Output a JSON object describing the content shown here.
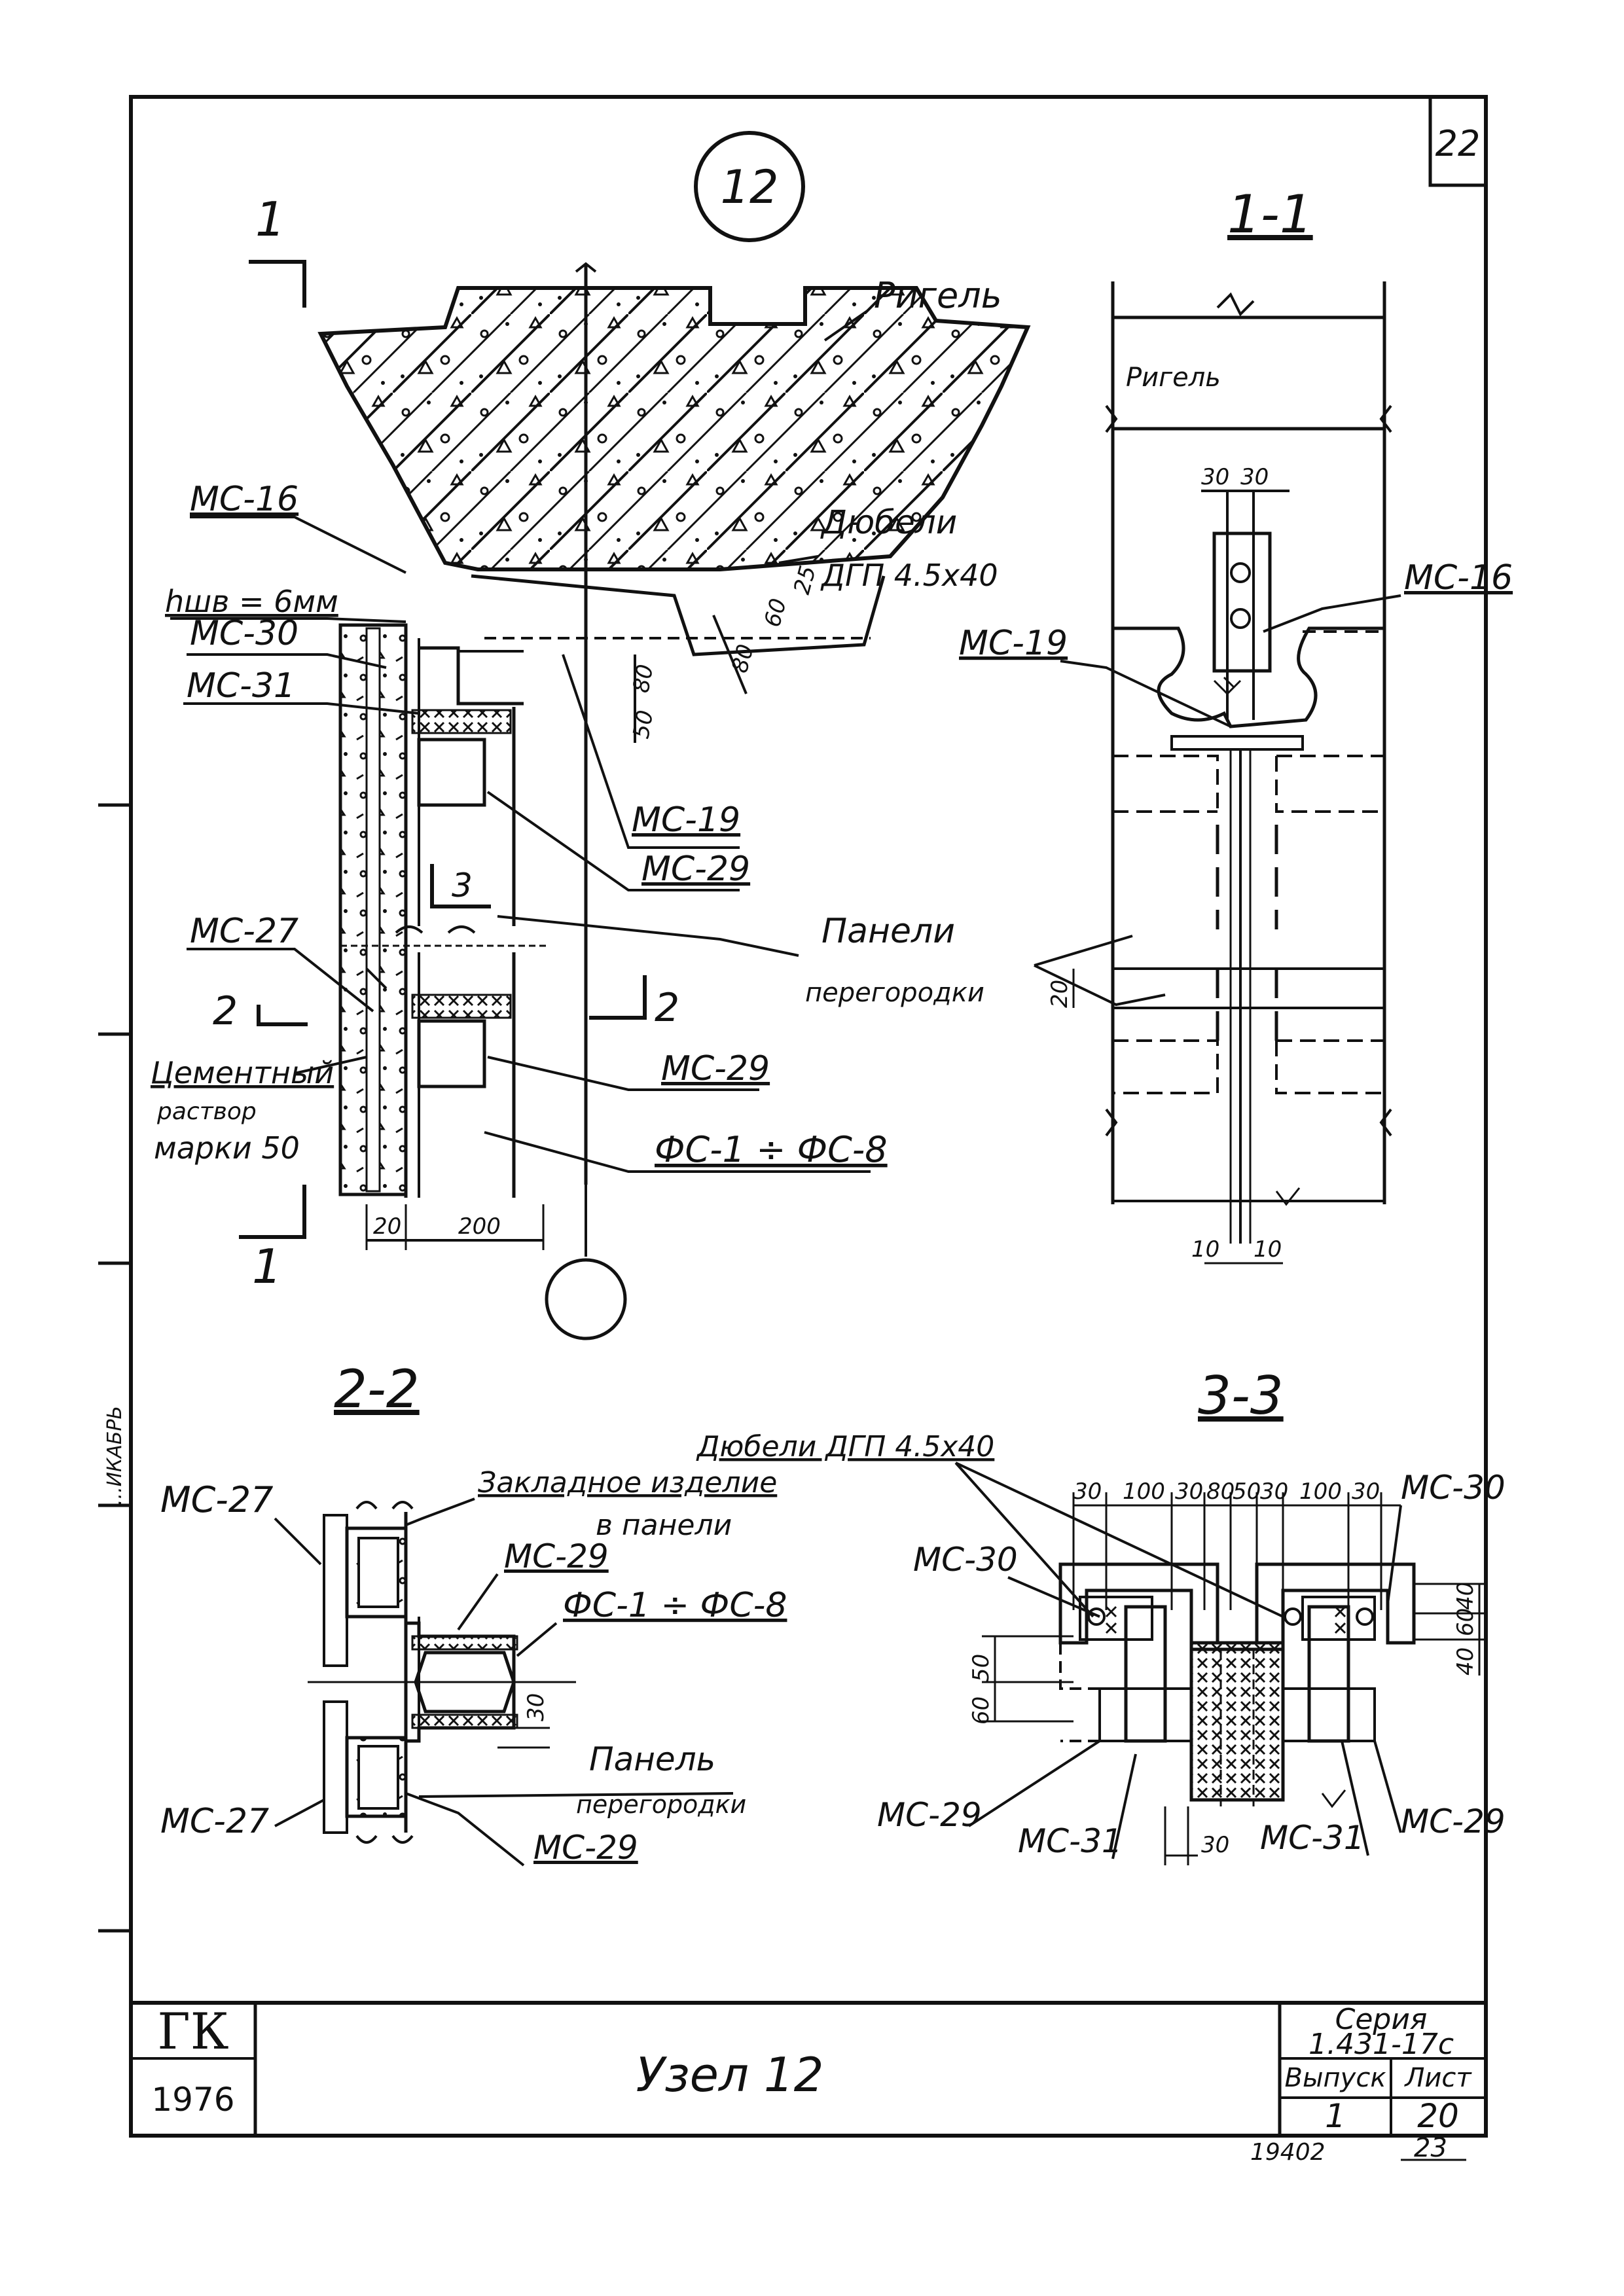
{
  "sheet": {
    "page_number": "22",
    "node_mark": "12",
    "stamp_sheet_id": "19402",
    "stamp_number": "23"
  },
  "node": {
    "rigel_label": "Ригель",
    "ms16": "МС-16",
    "weld_label": "hшв = 6мм",
    "ms30": "МС-30",
    "ms31": "МС-31",
    "dowels_line1": "Дюбели",
    "dowels_line2": "ДГП 4.5х40",
    "ms19": "МС-19",
    "ms29_top": "МС-29",
    "section3_mark": "3",
    "ms27": "МС-27",
    "panels_line1": "Панели",
    "panels_line2": "перегородки",
    "ms29_bottom": "МС-29",
    "mortar_line1": "Цементный",
    "mortar_line2": "раствор",
    "mortar_line3": "марки 50",
    "fs_range": "ФС-1 ÷ ФС-8",
    "cut1_top": "1",
    "cut1_bottom": "1",
    "cut2_left": "2",
    "cut2_right": "2",
    "dims": {
      "d20": "20",
      "d200": "200",
      "d80a": "80",
      "d50": "50",
      "d80b": "80",
      "d60": "60",
      "d25": "25"
    }
  },
  "section_1_1": {
    "title": "1-1",
    "ms16": "МС-16",
    "ms19": "МС-19",
    "dims": {
      "top30a": "30",
      "top30b": "30",
      "d20": "20",
      "bot10a": "10",
      "bot10b": "10"
    }
  },
  "section_2_2": {
    "title": "2-2",
    "ms27_top": "МС-27",
    "embedded_line1": "Закладное изделие",
    "embedded_line2": "в панели",
    "ms29_top": "МС-29",
    "fs_range": "ФС-1 ÷ ФС-8",
    "d30": "30",
    "panel_line1": "Панель",
    "panel_line2": "перегородки",
    "ms27_bottom": "МС-27",
    "ms29_bottom": "МС-29",
    "margin_note": "...ИКАБРЬ"
  },
  "section_3_3": {
    "title": "3-3",
    "dowels_label": "Дюбели ДГП 4.5х40",
    "top_dims": [
      "30",
      "100",
      "30",
      "80",
      "50",
      "30",
      "100",
      "30"
    ],
    "ms30_left": "МС-30",
    "ms30_right": "МС-30",
    "ms29_left": "МС-29",
    "ms31_left": "МС-31",
    "d30_bottom": "30",
    "ms31_right": "МС-31",
    "ms29_right": "МС-29",
    "left_dims": [
      "50",
      "60"
    ],
    "right_dims": [
      "40",
      "60",
      "40"
    ]
  },
  "title_block": {
    "logo": "ГК",
    "year": "1976",
    "title": "Узел 12",
    "series_label": "Серия",
    "series_value": "1.431-17с",
    "issue_label": "Выпуск",
    "sheet_label": "Лист",
    "issue_value": "1",
    "sheet_value": "20"
  }
}
